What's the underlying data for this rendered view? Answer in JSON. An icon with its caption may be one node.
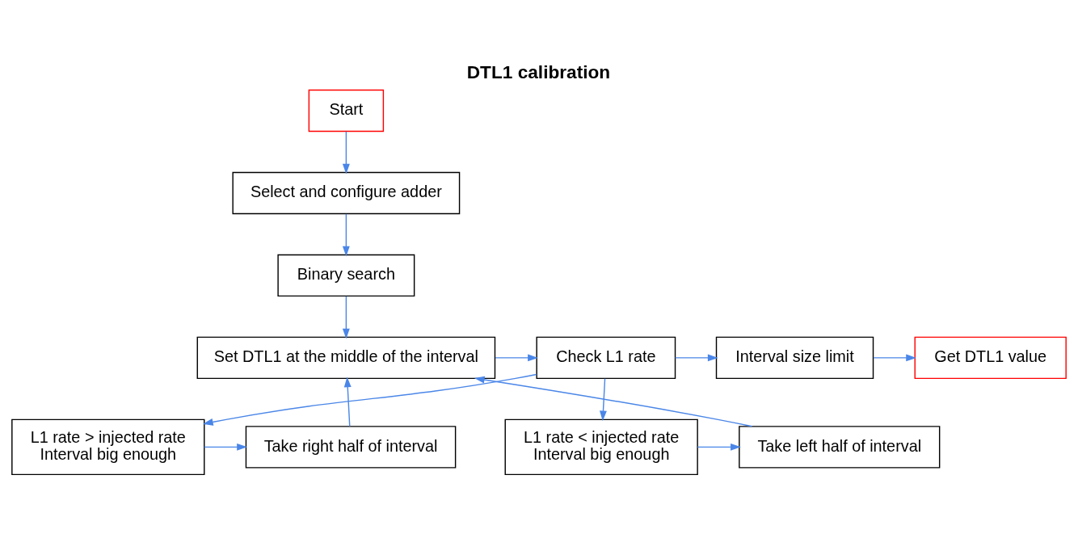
{
  "diagram": {
    "title": "DTL1 calibration",
    "nodes": [
      {
        "text": [
          "Start"
        ]
      },
      {
        "text": [
          "Select and configure adder"
        ]
      },
      {
        "text": [
          "Binary search"
        ]
      },
      {
        "text": [
          "Set DTL1 at the middle of the interval"
        ]
      },
      {
        "text": [
          "Check L1 rate"
        ]
      },
      {
        "text": [
          "Take right half of interval"
        ]
      },
      {
        "text": [
          "L1 rate > injected rate",
          "Interval big enough"
        ]
      },
      {
        "text": [
          "Interval size limit"
        ]
      },
      {
        "text": [
          "Get DTL1 value"
        ]
      },
      {
        "text": [
          "L1 rate < injected rate",
          "Interval big enough"
        ]
      },
      {
        "text": [
          "Take left half of interval"
        ]
      }
    ],
    "edges": [
      {
        "from": 0,
        "to": 1,
        "arrow": "to"
      },
      {
        "from": 1,
        "to": 2,
        "arrow": "to"
      },
      {
        "from": 2,
        "to": 3,
        "arrow": "to"
      },
      {
        "from": 3,
        "to": 4,
        "arrow": "to"
      },
      {
        "from": 4,
        "to": 6,
        "arrow": "to"
      },
      {
        "from": 4,
        "to": 7,
        "arrow": "to"
      },
      {
        "from": 4,
        "to": 9,
        "arrow": "to"
      },
      {
        "from": 7,
        "to": 8,
        "arrow": "to"
      },
      {
        "from": 6,
        "to": 5,
        "arrow": "to"
      },
      {
        "from": 5,
        "to": 3,
        "arrow": "to"
      },
      {
        "from": 9,
        "to": 10,
        "arrow": "to"
      },
      {
        "from": 10,
        "to": 3,
        "arrow": "to"
      }
    ]
  }
}
